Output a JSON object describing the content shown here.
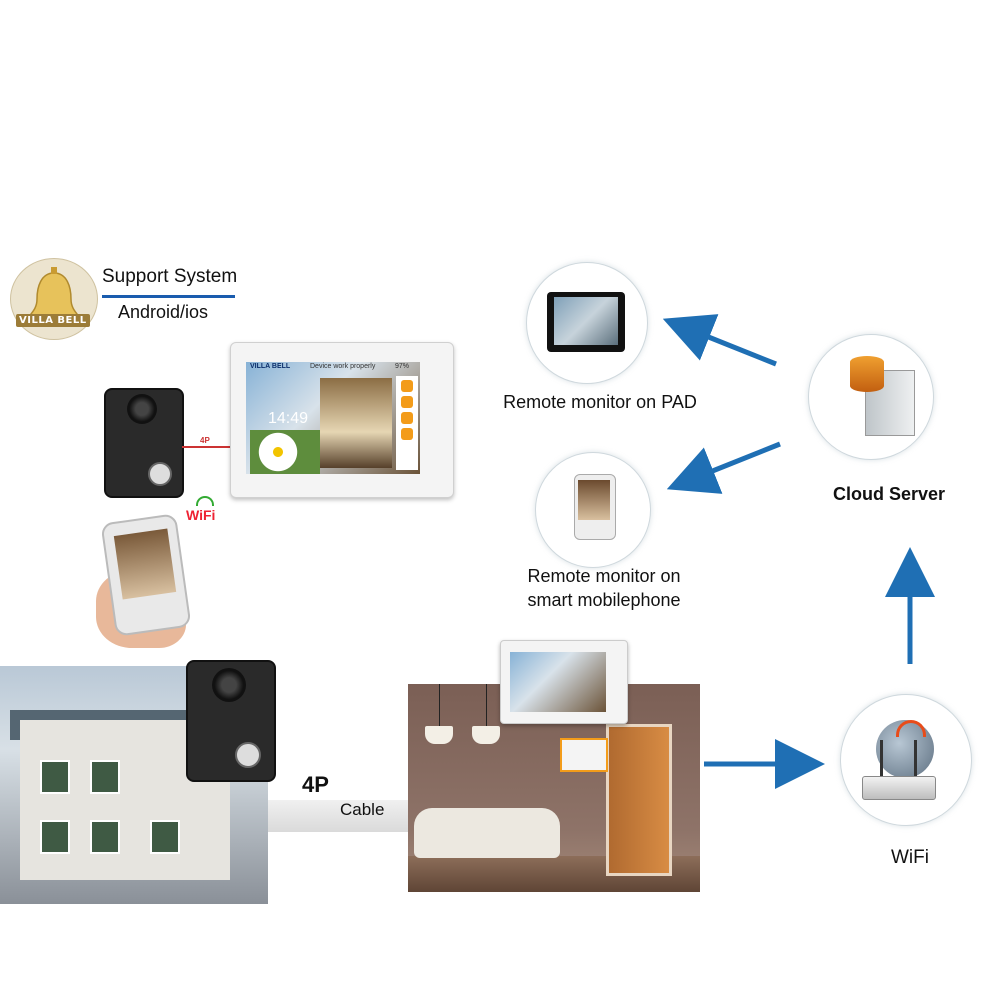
{
  "brand": {
    "logo_text": "VILLA BELL",
    "support_heading": "Support System",
    "platforms": "Android/ios",
    "accent_color": "#1a5cae"
  },
  "indoor_monitor": {
    "brand_text": "VILLA BELL",
    "status_text": "Device work properly",
    "clock": "14:49",
    "battery": "97%"
  },
  "wiring": {
    "small_label": "4P",
    "main_label": "4P",
    "cable_label": "Cable",
    "cable_color": "#c33333"
  },
  "phone_wifi_label": "WiFi",
  "nodes": {
    "pad": "Remote monitor on PAD",
    "mobile": [
      "Remote monitor on",
      "smart mobilephone"
    ],
    "cloud": "Cloud Server",
    "wifi": "WiFi"
  },
  "arrow_color": "#1f6fb4"
}
